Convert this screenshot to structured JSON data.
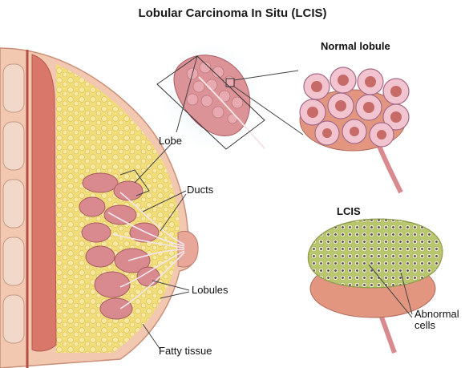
{
  "title": "Lobular Carcinoma In Situ (LCIS)",
  "labels": {
    "normal_lobule": "Normal lobule",
    "lcis": "LCIS",
    "lobe": "Lobe",
    "ducts": "Ducts",
    "lobules": "Lobules",
    "fatty_tissue": "Fatty tissue",
    "abnormal_line1": "Abnormal",
    "abnormal_line2": "cells"
  },
  "colors": {
    "skin": "#f3c8b0",
    "fat": "#f1dd7a",
    "muscle": "#d9786a",
    "lobule_tissue": "#d98a8f",
    "lcis_cells": "#cfe08a"
  }
}
